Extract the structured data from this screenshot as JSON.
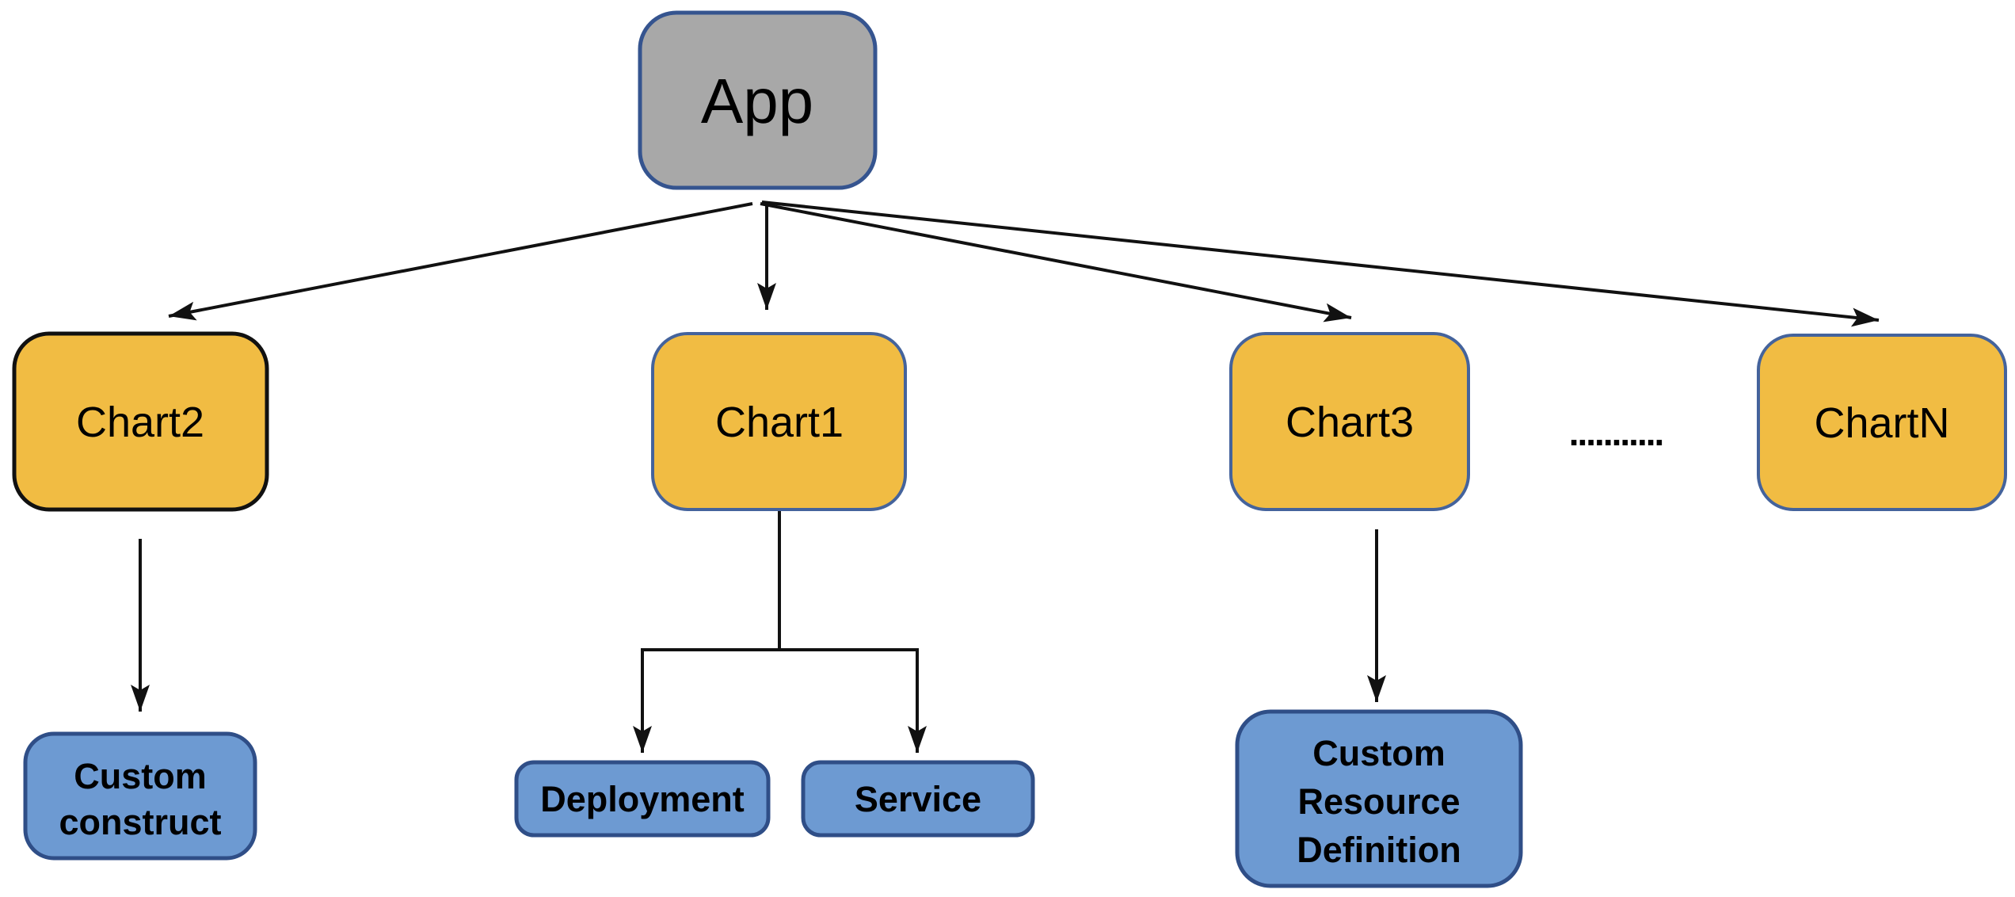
{
  "diagram": {
    "type": "tree",
    "colors": {
      "background": "#FFFFFF",
      "app_fill": "#A8A8A8",
      "app_stroke": "#35548F",
      "chart_fill": "#F1BC43",
      "chart_stroke": "#44639C",
      "chart2_stroke": "#111111",
      "blue_fill": "#6D9AD2",
      "blue_stroke": "#2F4E87",
      "arrow": "#111111",
      "text": "#000000"
    },
    "nodes": {
      "app": {
        "label": "App",
        "type": "root"
      },
      "chart2": {
        "label": "Chart2",
        "type": "chart"
      },
      "chart1": {
        "label": "Chart1",
        "type": "chart"
      },
      "chart3": {
        "label": "Chart3",
        "type": "chart"
      },
      "chartn": {
        "label": "ChartN",
        "type": "chart"
      },
      "custom_construct": {
        "lines": [
          "Custom",
          "construct"
        ],
        "type": "resource"
      },
      "deployment": {
        "label": "Deployment",
        "type": "resource"
      },
      "service": {
        "label": "Service",
        "type": "resource"
      },
      "crd": {
        "lines": [
          "Custom",
          "Resource",
          "Definition"
        ],
        "type": "resource"
      }
    },
    "ellipsis": "...........",
    "edges": [
      {
        "from": "app",
        "to": "chart2"
      },
      {
        "from": "app",
        "to": "chart1"
      },
      {
        "from": "app",
        "to": "chart3"
      },
      {
        "from": "app",
        "to": "chartn"
      },
      {
        "from": "chart2",
        "to": "custom_construct"
      },
      {
        "from": "chart1",
        "to": "deployment"
      },
      {
        "from": "chart1",
        "to": "service"
      },
      {
        "from": "chart3",
        "to": "crd"
      }
    ]
  }
}
